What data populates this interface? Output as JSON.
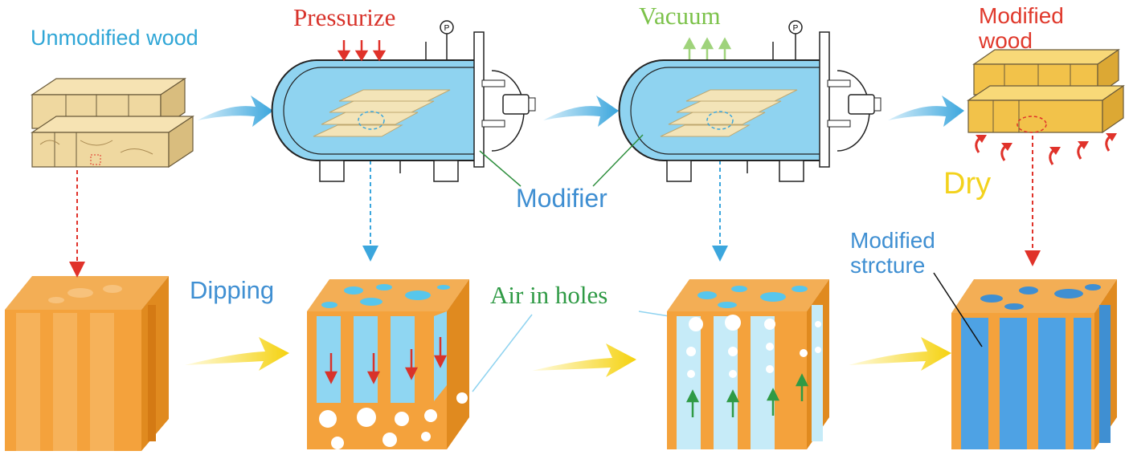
{
  "labels": {
    "unmodified_wood": "Unmodified wood",
    "pressurize": "Pressurize",
    "vacuum": "Vacuum",
    "modified_wood_line1": "Modified",
    "modified_wood_line2": "wood",
    "modifier": "Modifier",
    "dry": "Dry",
    "dipping": "Dipping",
    "air_in_holes": "Air in holes",
    "modified_structure_line1": "Modified",
    "modified_structure_line2": "strcture",
    "gauge_symbol": "P"
  },
  "colors": {
    "wood_light": "#f0d79a",
    "wood_dark": "#c9a25a",
    "modified_wood": "#f2c24a",
    "vessel_fill": "#8fd3f0",
    "cube_orange": "#f4a23c",
    "cube_dark": "#e08a1f",
    "modifier_blue": "#57b4ec",
    "arrow_blue": "#43a9de",
    "arrow_yellow": "#f5d20f",
    "arrow_red": "#e0322a",
    "arrow_green": "#2f9a45"
  }
}
